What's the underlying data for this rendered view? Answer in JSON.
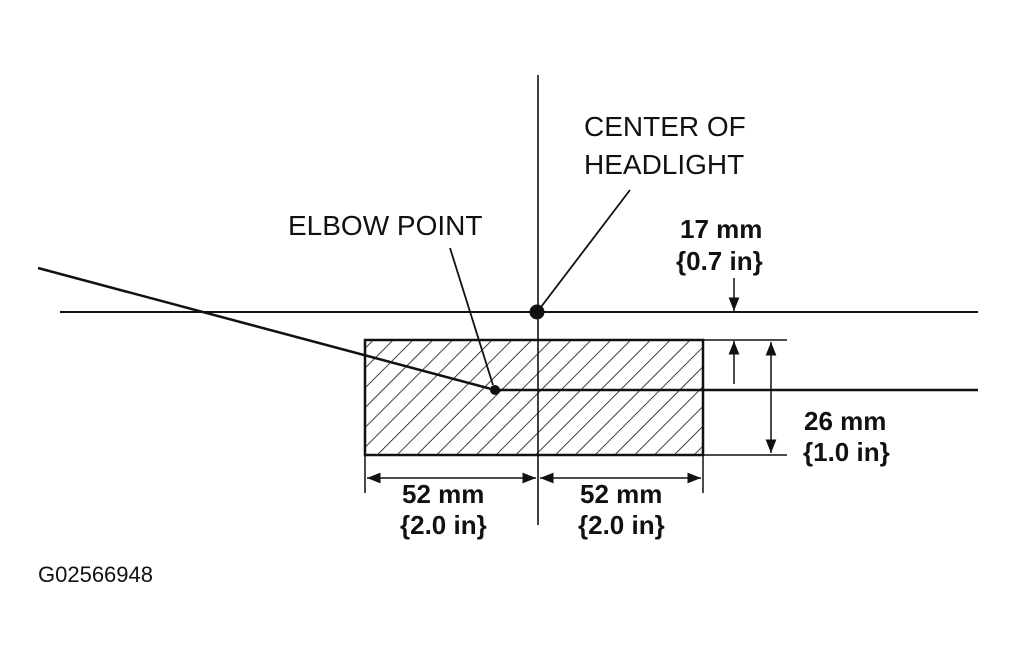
{
  "labels": {
    "center_line1": "CENTER OF",
    "center_line2": "HEADLIGHT",
    "elbow_point": "ELBOW POINT"
  },
  "dimensions": {
    "top_offset_mm": "17 mm",
    "top_offset_in": "{0.7 in}",
    "height_mm": "26 mm",
    "height_in": "{1.0 in}",
    "left_width_mm": "52 mm",
    "left_width_in": "{2.0 in}",
    "right_width_mm": "52 mm",
    "right_width_in": "{2.0 in}"
  },
  "figure_id": "G02566948",
  "colors": {
    "line": "#111111",
    "background": "#ffffff"
  }
}
